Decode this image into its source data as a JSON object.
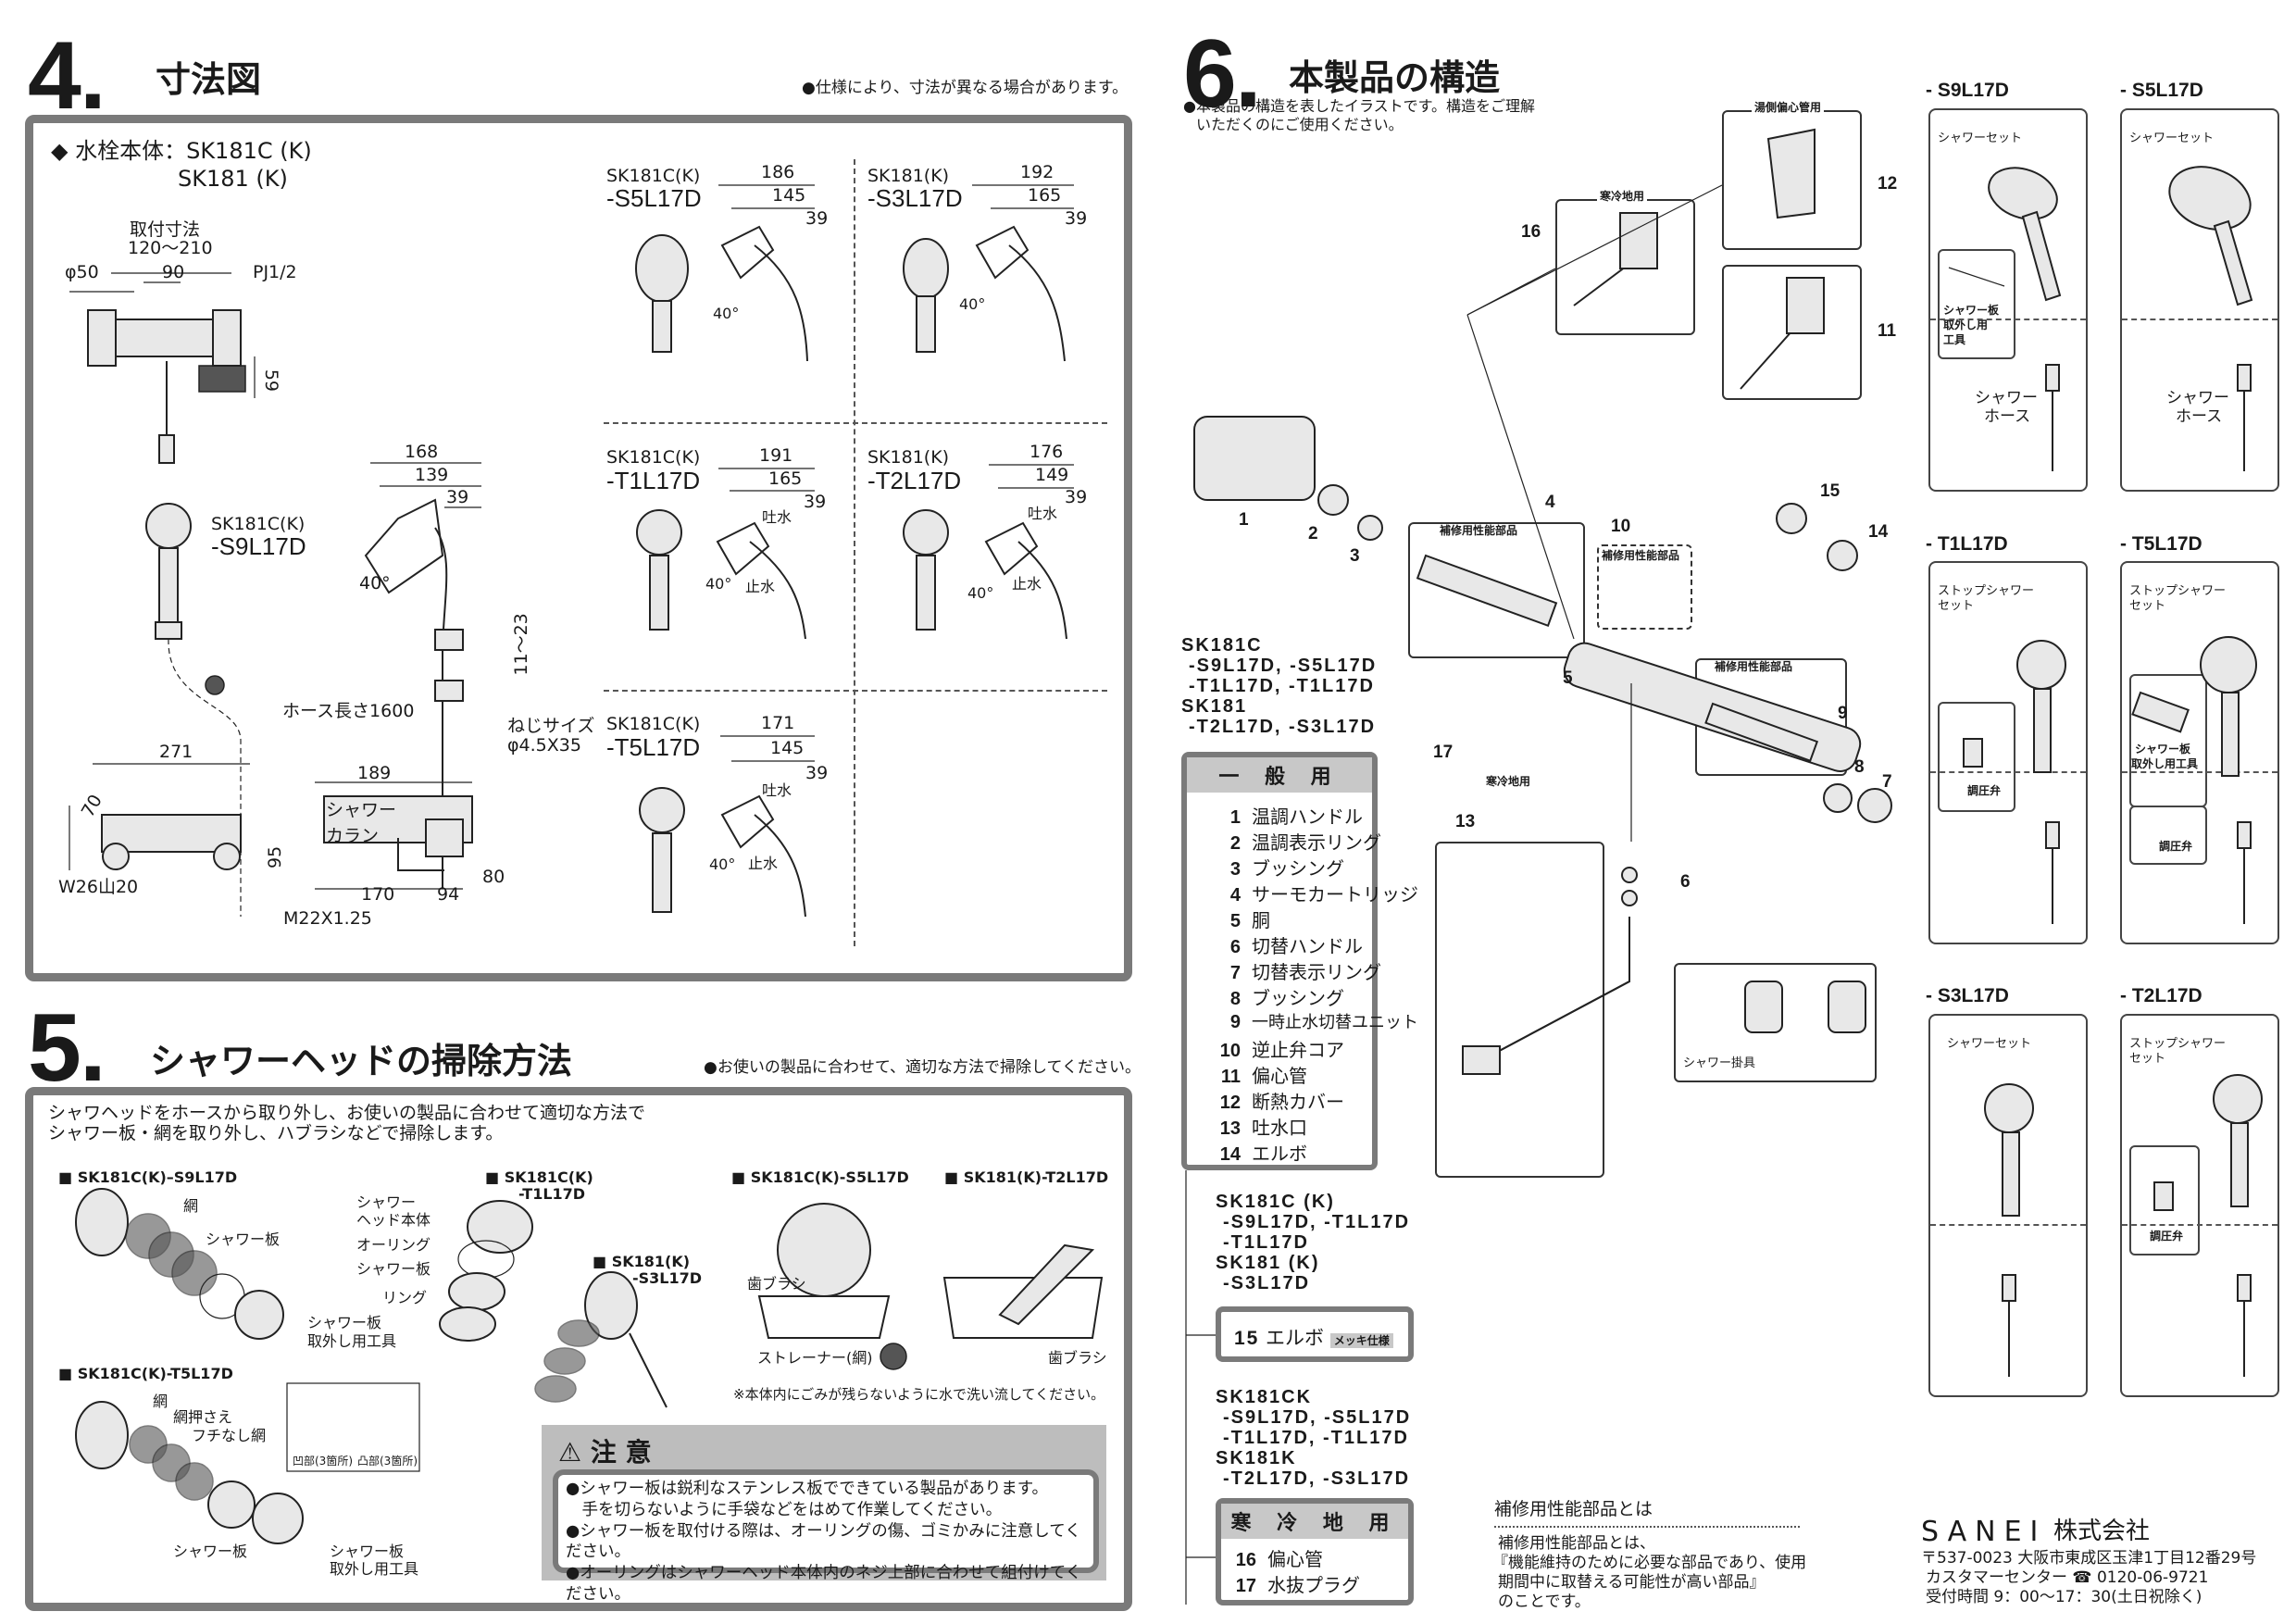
{
  "section4": {
    "number": "4.",
    "title": "寸法図",
    "note": "●仕様により、寸法が異なる場合があります。",
    "body_label": "◆ 水栓本体：SK181C (K)",
    "body_label2": "SK181 (K)",
    "faucet_dims": {
      "mount_label": "取付寸法",
      "mount_range": "120～210",
      "phi50": "φ50",
      "d90": "90",
      "pj": "PJ1/2",
      "d59": "59",
      "model": "SK181C(K)",
      "model_code": "-S9L17D",
      "d168": "168",
      "d139": "139",
      "d39": "39",
      "angle": "40°",
      "range_11_23": "11～23",
      "hose_length": "ホース長さ1600",
      "screw_size_label": "ねじサイズ",
      "screw_size": "φ4.5X35",
      "d271": "271",
      "d70": "70",
      "thread": "W26山20",
      "d189": "189",
      "shower": "シャワー",
      "karan": "カラン",
      "d95": "95",
      "d170": "170",
      "d94": "94",
      "d80": "80",
      "m22": "M22X1.25"
    },
    "variants": [
      {
        "model": "SK181C(K)",
        "code": "-S5L17D",
        "dims": [
          "186",
          "145",
          "39"
        ],
        "angle": "40°"
      },
      {
        "model": "SK181(K)",
        "code": "-S3L17D",
        "dims": [
          "192",
          "165",
          "39"
        ],
        "angle": "40°"
      },
      {
        "model": "SK181C(K)",
        "code": "-T1L17D",
        "dims": [
          "191",
          "165",
          "39"
        ],
        "angle": "40°",
        "spout": "吐水",
        "stop": "止水"
      },
      {
        "model": "SK181(K)",
        "code": "-T2L17D",
        "dims": [
          "176",
          "149",
          "39"
        ],
        "angle": "40°",
        "spout": "吐水",
        "stop": "止水"
      },
      {
        "model": "SK181C(K)",
        "code": "-T5L17D",
        "dims": [
          "171",
          "145",
          "39"
        ],
        "angle": "40°",
        "spout": "吐水",
        "stop": "止水"
      }
    ]
  },
  "section5": {
    "number": "5.",
    "title": "シャワーヘッドの掃除方法",
    "note": "●お使いの製品に合わせて、適切な方法で掃除してください。",
    "intro": [
      "シャワヘッドをホースから取り外し、お使いの製品に合わせて適切な方法で",
      "シャワー板・網を取り外し、ハブラシなどで掃除します。"
    ],
    "s9": {
      "heading": "■ SK181C(K)–S9L17D",
      "net": "網",
      "plate": "シャワー板",
      "tool1": "シャワー板",
      "tool2": "取外し用工具"
    },
    "t1": {
      "heading": "■ SK181C(K)",
      "code": "-T1L17D",
      "body1": "シャワー",
      "body2": "ヘッド本体",
      "oring": "オーリング",
      "plate": "シャワー板",
      "ring": "リング"
    },
    "s3": {
      "heading": "■ SK181(K)",
      "code": "-S3L17D"
    },
    "s5": {
      "heading": "■ SK181C(K)-S5L17D",
      "brush": "歯ブラシ",
      "strainer": "ストレーナー(網)"
    },
    "t2": {
      "heading": "■ SK181(K)-T2L17D",
      "brush": "歯ブラシ"
    },
    "rinse_note": "※本体内にごみが残らないように水で洗い流してください。",
    "t5": {
      "heading": "■ SK181C(K)-T5L17D",
      "net": "網",
      "net_holder": "網押さえ",
      "rimless_net": "フチなし網",
      "plate": "シャワー板",
      "tool1": "シャワー板",
      "tool2": "取外し用工具",
      "recess": "凹部(3箇所)",
      "boss": "凸部(3箇所)"
    },
    "caution": {
      "title": "注 意",
      "items": [
        "●シャワー板は鋭利なステンレス板でできている製品があります。",
        "　手を切らないように手袋などをはめて作業してください。",
        "●シャワー板を取付ける際は、オーリングの傷、ゴミかみに注意してください。",
        "●オーリングはシャワーヘッド本体内のネジ上部に合わせて組付けてください。"
      ]
    }
  },
  "section6": {
    "number": "6.",
    "title": "本製品の構造",
    "note": [
      "●本製品の構造を表したイラストです。構造をご理解",
      "いただくのにご使用ください。"
    ],
    "box_labels": {
      "hot_side": "湯側偏心管用",
      "cold_region": "寒冷地用",
      "repair1": "補修用性能部品",
      "repair2": "補修用性能部品",
      "repair3": "補修用性能部品",
      "hanger": "シャワー掛具",
      "cold_region_plug": "寒冷地用"
    },
    "callouts": [
      "1",
      "2",
      "3",
      "4",
      "5",
      "6",
      "7",
      "8",
      "9",
      "10",
      "11",
      "12",
      "13",
      "14",
      "15",
      "16",
      "17"
    ],
    "group1_models": [
      "SK181C",
      " -S9L17D, -S5L17D",
      " -T1L17D, -T1L17D",
      "SK181",
      " -T2L17D, -S3L17D"
    ],
    "general_heading": "一 般 用",
    "general_parts": [
      {
        "no": "1",
        "name": "温調ハンドル"
      },
      {
        "no": "2",
        "name": "温調表示リング"
      },
      {
        "no": "3",
        "name": "ブッシング"
      },
      {
        "no": "4",
        "name": "サーモカートリッジ"
      },
      {
        "no": "5",
        "name": "胴"
      },
      {
        "no": "6",
        "name": "切替ハンドル"
      },
      {
        "no": "7",
        "name": "切替表示リング"
      },
      {
        "no": "8",
        "name": "ブッシング"
      },
      {
        "no": "9",
        "name": "一時止水切替ユニット"
      },
      {
        "no": "10",
        "name": "逆止弁コア"
      },
      {
        "no": "11",
        "name": "偏心管"
      },
      {
        "no": "12",
        "name": "断熱カバー"
      },
      {
        "no": "13",
        "name": "吐水口"
      },
      {
        "no": "14",
        "name": "エルボ"
      }
    ],
    "group2_models": [
      "SK181C (K)",
      " -S9L17D, -T1L17D",
      " -T1L17D",
      "SK181 (K)",
      " -S3L17D"
    ],
    "plated_part": {
      "no": "15",
      "name": "エルボ",
      "badge": "メッキ仕様"
    },
    "group3_models": [
      "SK181CK",
      " -S9L17D, -S5L17D",
      " -T1L17D, -T1L17D",
      "SK181K",
      " -T2L17D, -S3L17D"
    ],
    "cold_heading": "寒 冷 地 用",
    "cold_parts": [
      {
        "no": "16",
        "name": "偏心管"
      },
      {
        "no": "17",
        "name": "水抜プラグ"
      }
    ],
    "sets": [
      {
        "code": "- S9L17D",
        "set": "シャワーセット",
        "tool": [
          "シャワー板",
          "取外し用",
          "工具"
        ],
        "hose": [
          "シャワー",
          "ホース"
        ]
      },
      {
        "code": "- S5L17D",
        "set": "シャワーセット",
        "hose": [
          "シャワー",
          "ホース"
        ]
      },
      {
        "code": "- T1L17D",
        "set": [
          "ストップシャワー",
          "セット"
        ],
        "valve": "調圧弁"
      },
      {
        "code": "- T5L17D",
        "set": [
          "ストップシャワー",
          "セット"
        ],
        "tool": [
          "シャワー板",
          "取外し用工具"
        ],
        "valve": "調圧弁"
      },
      {
        "code": "- S3L17D",
        "set": "シャワーセット"
      },
      {
        "code": "- T2L17D",
        "set": [
          "ストップシャワー",
          "セット"
        ],
        "valve": "調圧弁"
      }
    ]
  },
  "footer": {
    "repair_title": "補修用性能部品とは",
    "repair_text": [
      "補修用性能部品とは、",
      "『機能維持のために必要な部品であり、使用",
      "期間中に取替える可能性が高い部品』",
      "のことです。"
    ],
    "company_logo": "SANEI",
    "company_suffix": "株式会社",
    "address": "〒537-0023  大阪市東成区玉津1丁目12番29号",
    "customer_center": "カスタマーセンター ☎ 0120-06-9721",
    "hours": "受付時間 9：00～17：30(土日祝除く)"
  }
}
